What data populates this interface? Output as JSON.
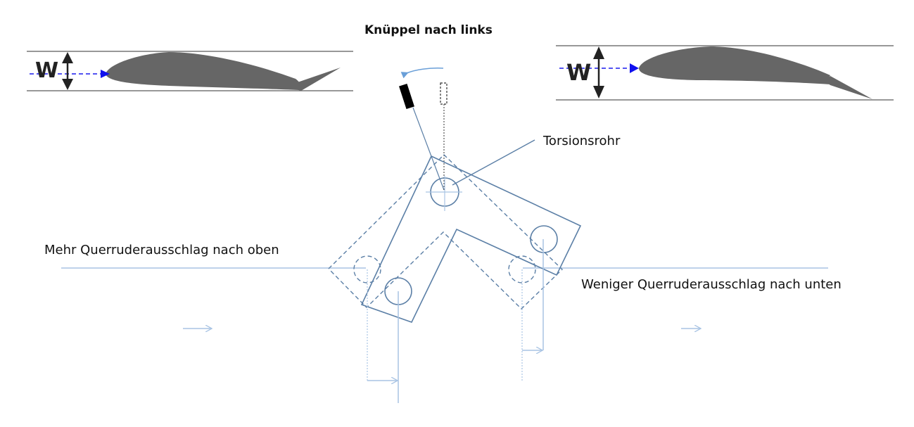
{
  "title": "Knüppel nach links",
  "labels": {
    "torsion_tube": "Torsionsrohr",
    "left_note": "Mehr Querruderausschlag nach oben",
    "right_note": "Weniger Querruderausschlag nach unten"
  },
  "airfoil_left": {
    "letter": "W",
    "aileron_deflection": "up"
  },
  "airfoil_right": {
    "letter": "W",
    "aileron_deflection": "down"
  },
  "colors": {
    "airfoil": "#666666",
    "blue_line": "#5b7fa6",
    "light_blue": "#a9c4e4",
    "flow_arrow": "#1010ee",
    "stick": "#000000"
  }
}
